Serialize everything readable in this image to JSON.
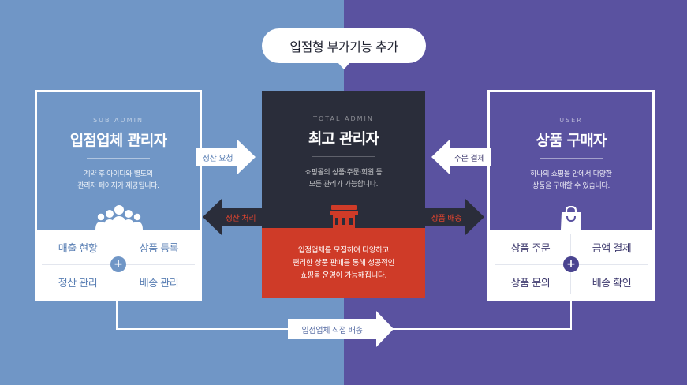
{
  "title_bubble": "입점형 부가기능 추가",
  "left_panel": {
    "sub": "SUB ADMIN",
    "title": "입점업체 관리자",
    "desc_line1": "계약 후 아이디와 별도의",
    "desc_line2": "관리자 페이지가 제공됩니다.",
    "icon": "people-group-icon",
    "items": [
      "매출 현황",
      "상품 등록",
      "정산 관리",
      "배송 관리"
    ]
  },
  "center_panel": {
    "sub": "TOTAL ADMIN",
    "title": "최고 관리자",
    "desc_line1": "쇼핑몰의 상품·주문·회원 등",
    "desc_line2": "모든 관리가 가능합니다.",
    "icon": "store-building-icon",
    "highlight_line1": "입점업체를 모집하여 다양하고",
    "highlight_line2": "편리한 상품 판매를 통해 성공적인",
    "highlight_line3": "쇼핑몰 운영이 가능해집니다."
  },
  "right_panel": {
    "sub": "USER",
    "title": "상품 구매자",
    "desc_line1": "하나의 쇼핑몰 안에서 다양한",
    "desc_line2": "상품을 구매할 수 있습니다.",
    "icon": "shopping-bag-icon",
    "items": [
      "상품 주문",
      "금액 결제",
      "상품 문의",
      "배송 확인"
    ]
  },
  "arrows": {
    "settle_request": "정산 요청",
    "order_payment": "주문 결제",
    "settle_process": "정산 처리",
    "product_delivery": "상품 배송",
    "direct_delivery": "입점업체 직접 배송"
  },
  "colors": {
    "left_bg": "#7096c6",
    "right_bg": "#5a52a0",
    "center_dark": "#2a2d3a",
    "center_red": "#cf3b28",
    "arrow_dark": "#2a2d3a",
    "arrow_red_text": "#e0442f"
  }
}
